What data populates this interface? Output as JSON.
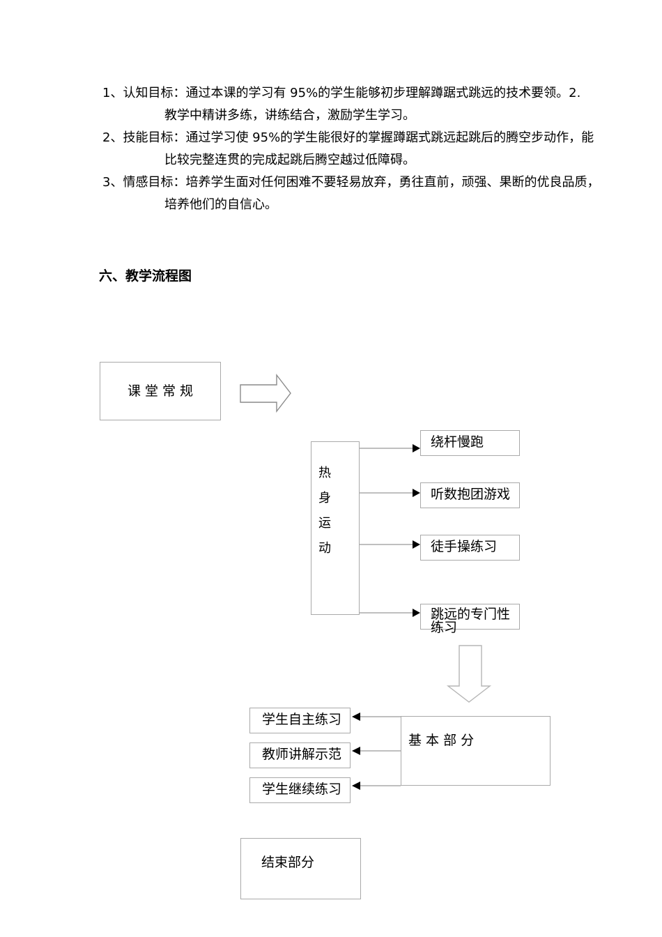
{
  "document": {
    "objectives": [
      {
        "line1": "1、认知目标：通过本课的学习有 95%的学生能够初步理解蹲踞式跳远的技术要领。2.",
        "line2": "教学中精讲多练，讲练结合，激励学生学习。"
      },
      {
        "line1": "2、技能目标：通过学习使 95%的学生能很好的掌握蹲踞式跳远起跳后的腾空步动作，能",
        "line2": "比较完整连贯的完成起跳后腾空越过低障碍。"
      },
      {
        "line1": "3、情感目标：培养学生面对任何困难不要轻易放弃，勇往直前，顽强、果断的优良品质，",
        "line2": "培养他们的自信心。"
      }
    ],
    "heading": "六、教学流程图"
  },
  "flowchart": {
    "start_box": "课 堂 常 规",
    "warmup_chars": [
      "热",
      "身",
      "运",
      "动"
    ],
    "branch_boxes": [
      "绕杆慢跑",
      "听数抱团游戏",
      "徒手操练习",
      "跳远的专门性练习"
    ],
    "main_section_box": "基 本 部 分",
    "main_steps": [
      "学生自主练习",
      "教师讲解示范",
      "学生继续练习"
    ],
    "end_box": "结束部分"
  },
  "colors": {
    "text": "#000000",
    "box_border": "#a9a9a9",
    "connector_line": "#7f7f7f",
    "arrowhead": "#000000",
    "block_arrow_right_outline": "#8a8a8a",
    "block_arrow_down_outline": "#b5b5b5"
  }
}
